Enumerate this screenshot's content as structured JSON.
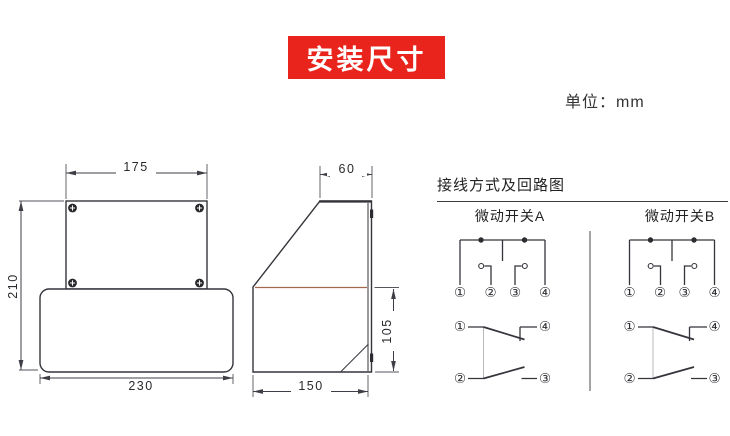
{
  "page": {
    "banner": {
      "title": "安装尺寸",
      "bg_color": "#e8241d"
    },
    "unit_label": "单位：mm"
  },
  "drawing": {
    "front_view": {
      "dim_top": "175",
      "dim_left": "210",
      "dim_bottom": "230"
    },
    "side_view": {
      "dim_top": "60",
      "dim_right": "105",
      "dim_bottom": "150"
    }
  },
  "wiring": {
    "header": "接线方式及回路图",
    "columns": [
      {
        "label": "微动开关A"
      },
      {
        "label": "微动开关B"
      }
    ],
    "terminals": [
      "①",
      "②",
      "③",
      "④"
    ],
    "colors": {
      "line": "#34353b",
      "coupling_line": "#b2b2b2",
      "body_top_line": "#a06b4b"
    }
  }
}
